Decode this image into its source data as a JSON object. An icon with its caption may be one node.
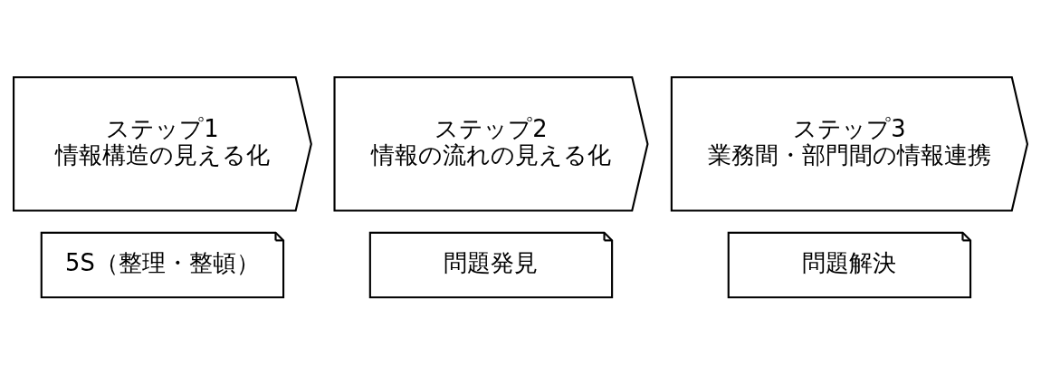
{
  "diagram": {
    "nodes": [
      {
        "text": [
          "ステップ1",
          "情報構造の見える化"
        ]
      },
      {
        "text": [
          "5S（整理・整頓）"
        ]
      },
      {
        "text": [
          "ステップ2",
          "情報の流れの見える化"
        ]
      },
      {
        "text": [
          "問題発見"
        ]
      },
      {
        "text": [
          "ステップ3",
          "業務間・部門間の情報連携"
        ]
      },
      {
        "text": [
          "問題解決"
        ]
      }
    ]
  }
}
